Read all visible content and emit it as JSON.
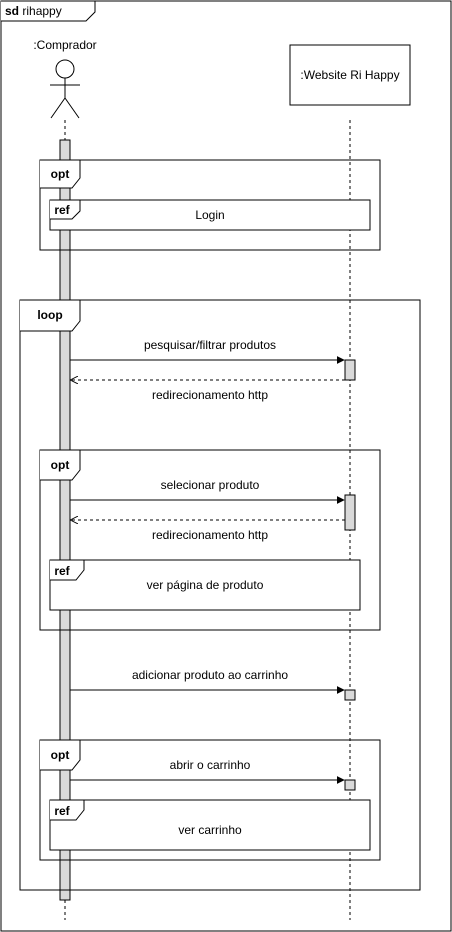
{
  "frame": {
    "keyword": "sd",
    "name": "rihappy"
  },
  "participants": {
    "buyer": ":Comprador",
    "website": ":Website Ri Happy"
  },
  "fragments": {
    "opt1": {
      "operator": "opt"
    },
    "ref_login": {
      "keyword": "ref",
      "label": "Login"
    },
    "loop": {
      "operator": "loop"
    },
    "opt2": {
      "operator": "opt"
    },
    "ref_product_page": {
      "keyword": "ref",
      "label": "ver página de produto"
    },
    "opt3": {
      "operator": "opt"
    },
    "ref_cart": {
      "keyword": "ref",
      "label": "ver carrinho"
    }
  },
  "messages": {
    "m1": "pesquisar/filtrar produtos",
    "r1": "redirecionamento http",
    "m2": "selecionar produto",
    "r2": "redirecionamento http",
    "m3": "adicionar produto ao carrinho",
    "m4": "abrir o carrinho"
  }
}
